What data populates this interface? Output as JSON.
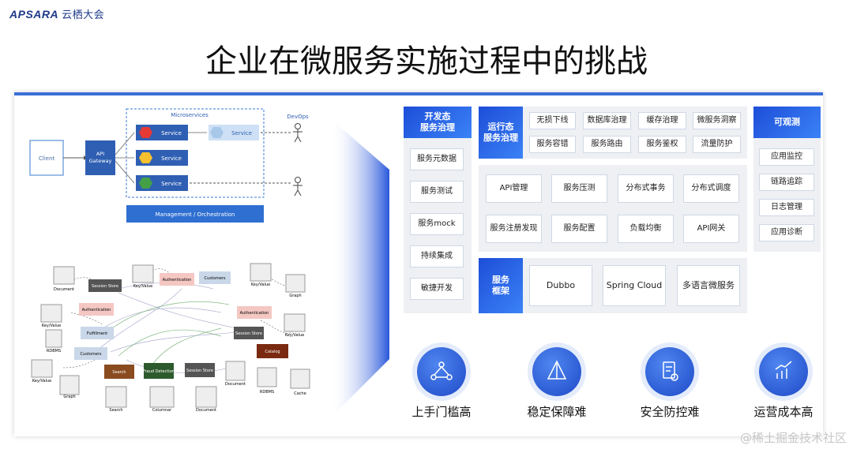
{
  "logo": {
    "brand": "APSARA",
    "cn": "云栖大会"
  },
  "title": "企业在微服务实施过程中的挑战",
  "diagram": {
    "client": "Client",
    "gateway": "API Gateway",
    "microservices": "Microservices",
    "services": [
      "Service",
      "Service",
      "Service",
      "Service"
    ],
    "devops": "DevOps",
    "management": "Management / Orchestration",
    "mesh_nodes": [
      "Document",
      "Key/Value",
      "Authentication",
      "Customers",
      "Key/Value",
      "Graph",
      "Session Store",
      "Key/Value",
      "Authentication",
      "Authentication",
      "RDBMS",
      "Fulfillment",
      "Session Store",
      "Key/Value",
      "Customers",
      "Key/Value",
      "Search",
      "Fraud Detection",
      "Session Store",
      "Catalog",
      "Document",
      "RDBMS",
      "Cache",
      "Graph",
      "Search",
      "Columnar",
      "Document"
    ]
  },
  "dev": {
    "header": "开发态\n服务治理",
    "items": [
      "服务元数据",
      "服务测试",
      "服务mock",
      "持续集成",
      "敏捷开发"
    ]
  },
  "runtime": {
    "header": "运行态\n服务治理",
    "row1": [
      "无损下线",
      "数据库治理",
      "缓存治理",
      "微服务洞察"
    ],
    "row2": [
      "服务容错",
      "服务路由",
      "服务鉴权",
      "流量防护"
    ],
    "grid": [
      "API管理",
      "服务压测",
      "分布式事务",
      "分布式调度",
      "服务注册发现",
      "服务配置",
      "负载均衡",
      "API网关"
    ]
  },
  "framework": {
    "header": "服务\n框架",
    "items": [
      "Dubbo",
      "Spring Cloud",
      "多语言微服务"
    ]
  },
  "observe": {
    "header": "可观测",
    "items": [
      "应用监控",
      "链路追踪",
      "日志管理",
      "应用诊断"
    ]
  },
  "challenges": [
    "上手门槛高",
    "稳定保障难",
    "安全防控难",
    "运营成本高"
  ],
  "watermark": "@稀土掘金技术社区",
  "colors": {
    "accent": "#1d4ed8",
    "service_red": "#e53935",
    "service_yellow": "#fbc02d",
    "service_green": "#43a047"
  }
}
